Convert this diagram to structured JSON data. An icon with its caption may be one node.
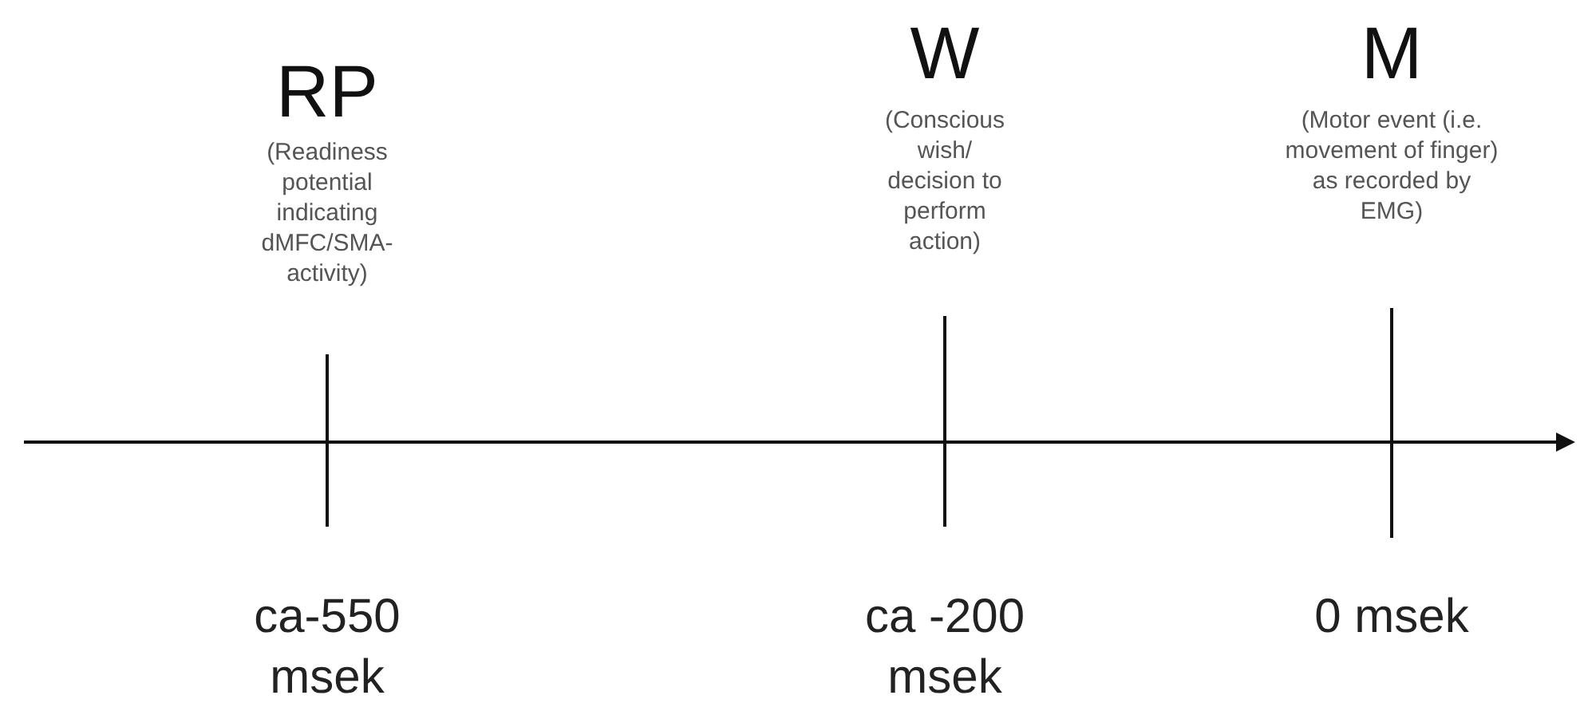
{
  "diagram": {
    "labels": [
      "RP",
      "(Readiness potential indicating dMFC/SMA-activity)",
      "W",
      "(Conscious wish/ decision to perform action)",
      "M",
      "(Motor event (i.e. movement of finger) as recorded by EMG)",
      "ca-550 msek",
      "ca -200 msek",
      "0 msek"
    ]
  }
}
